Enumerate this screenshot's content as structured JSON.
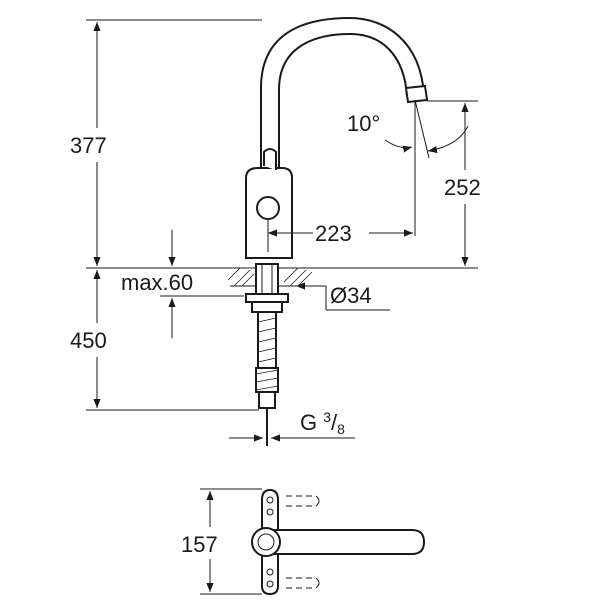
{
  "dimensions": {
    "height_above_deck": "377",
    "spout_height": "252",
    "spout_reach": "223",
    "swivel_angle": "10°",
    "max_deck_thickness": "max.60",
    "hole_diameter": "Ø34",
    "hose_length": "450",
    "thread_prefix": "G ",
    "thread_numerator": "3",
    "thread_slash": "/",
    "thread_denominator": "8",
    "top_view_width": "157"
  },
  "colors": {
    "line": "#1a1a1a",
    "background": "#ffffff"
  }
}
